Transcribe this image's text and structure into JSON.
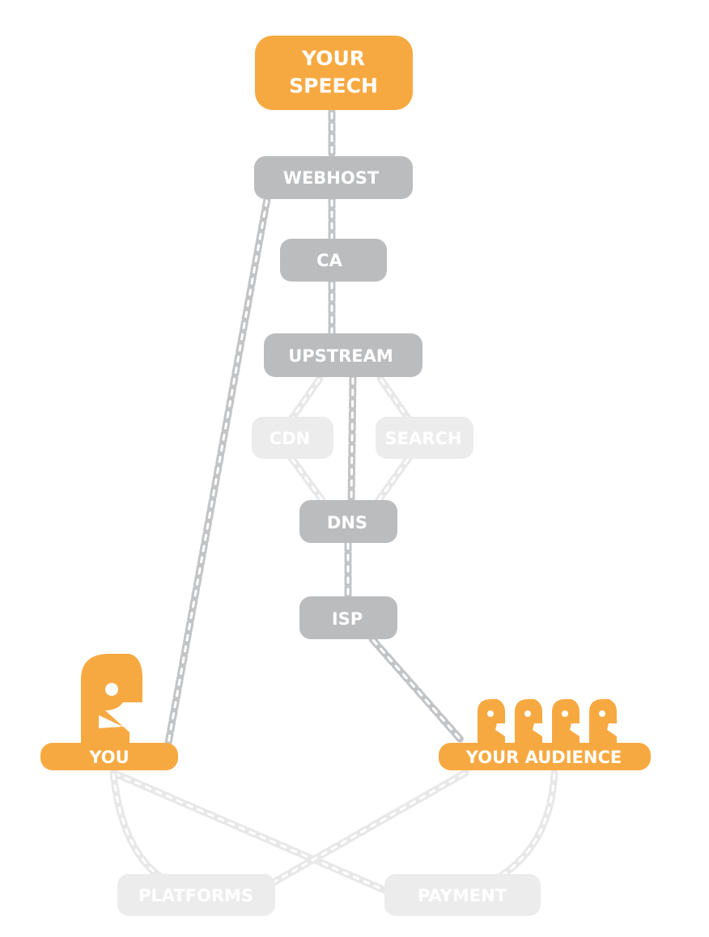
{
  "colors": {
    "orange": "#F7A941",
    "gray": "#BBBCBE",
    "faded": "#ECECEC",
    "chain": "#C3C4C6",
    "chain_faded": "#E8E8E8"
  },
  "nodes": {
    "your_speech": {
      "line1": "YOUR",
      "line2": "SPEECH"
    },
    "webhost": "WEBHOST",
    "ca": "CA",
    "upstream": "UPSTREAM",
    "cdn": "CDN",
    "search": "SEARCH",
    "dns": "DNS",
    "isp": "ISP",
    "you": "YOU",
    "your_audience": "YOUR AUDIENCE",
    "platforms": "PLATFORMS",
    "payment": "PAYMENT"
  },
  "icons": {
    "you": "person-speaking-icon",
    "audience": "audience-heads-icon"
  }
}
